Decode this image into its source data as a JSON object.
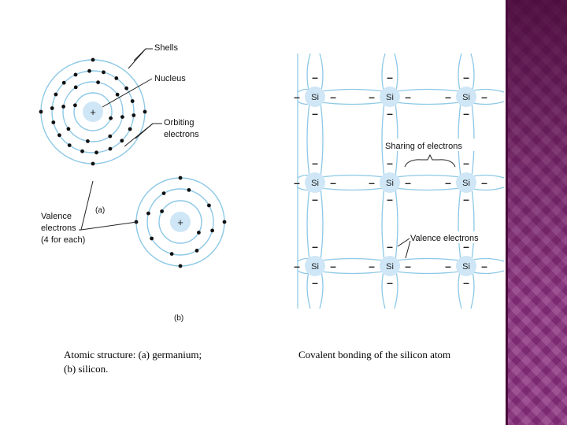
{
  "diagram_left": {
    "shells_label": "Shells",
    "nucleus_label": "Nucleus",
    "orbiting_label_1": "Orbiting",
    "orbiting_label_2": "electrons",
    "valence_label_1": "Valence",
    "valence_label_2": "electrons",
    "valence_label_3": "(4 for each)",
    "part_a": "(a)",
    "part_b": "(b)",
    "nucleus_symbol": "+"
  },
  "diagram_right": {
    "atom_symbol": "Si",
    "electron_symbol": "–",
    "sharing_label": "Sharing of electrons",
    "valence_label": "Valence electrons"
  },
  "captions": {
    "left_line1": "Atomic structure: (a) germanium;",
    "left_line2": "(b) silicon.",
    "right": "Covalent bonding of the silicon atom"
  },
  "colors": {
    "orbit": "#8cc8e6",
    "nucleus": "#cfe6f6",
    "sidebar": "#8a2f7e"
  }
}
